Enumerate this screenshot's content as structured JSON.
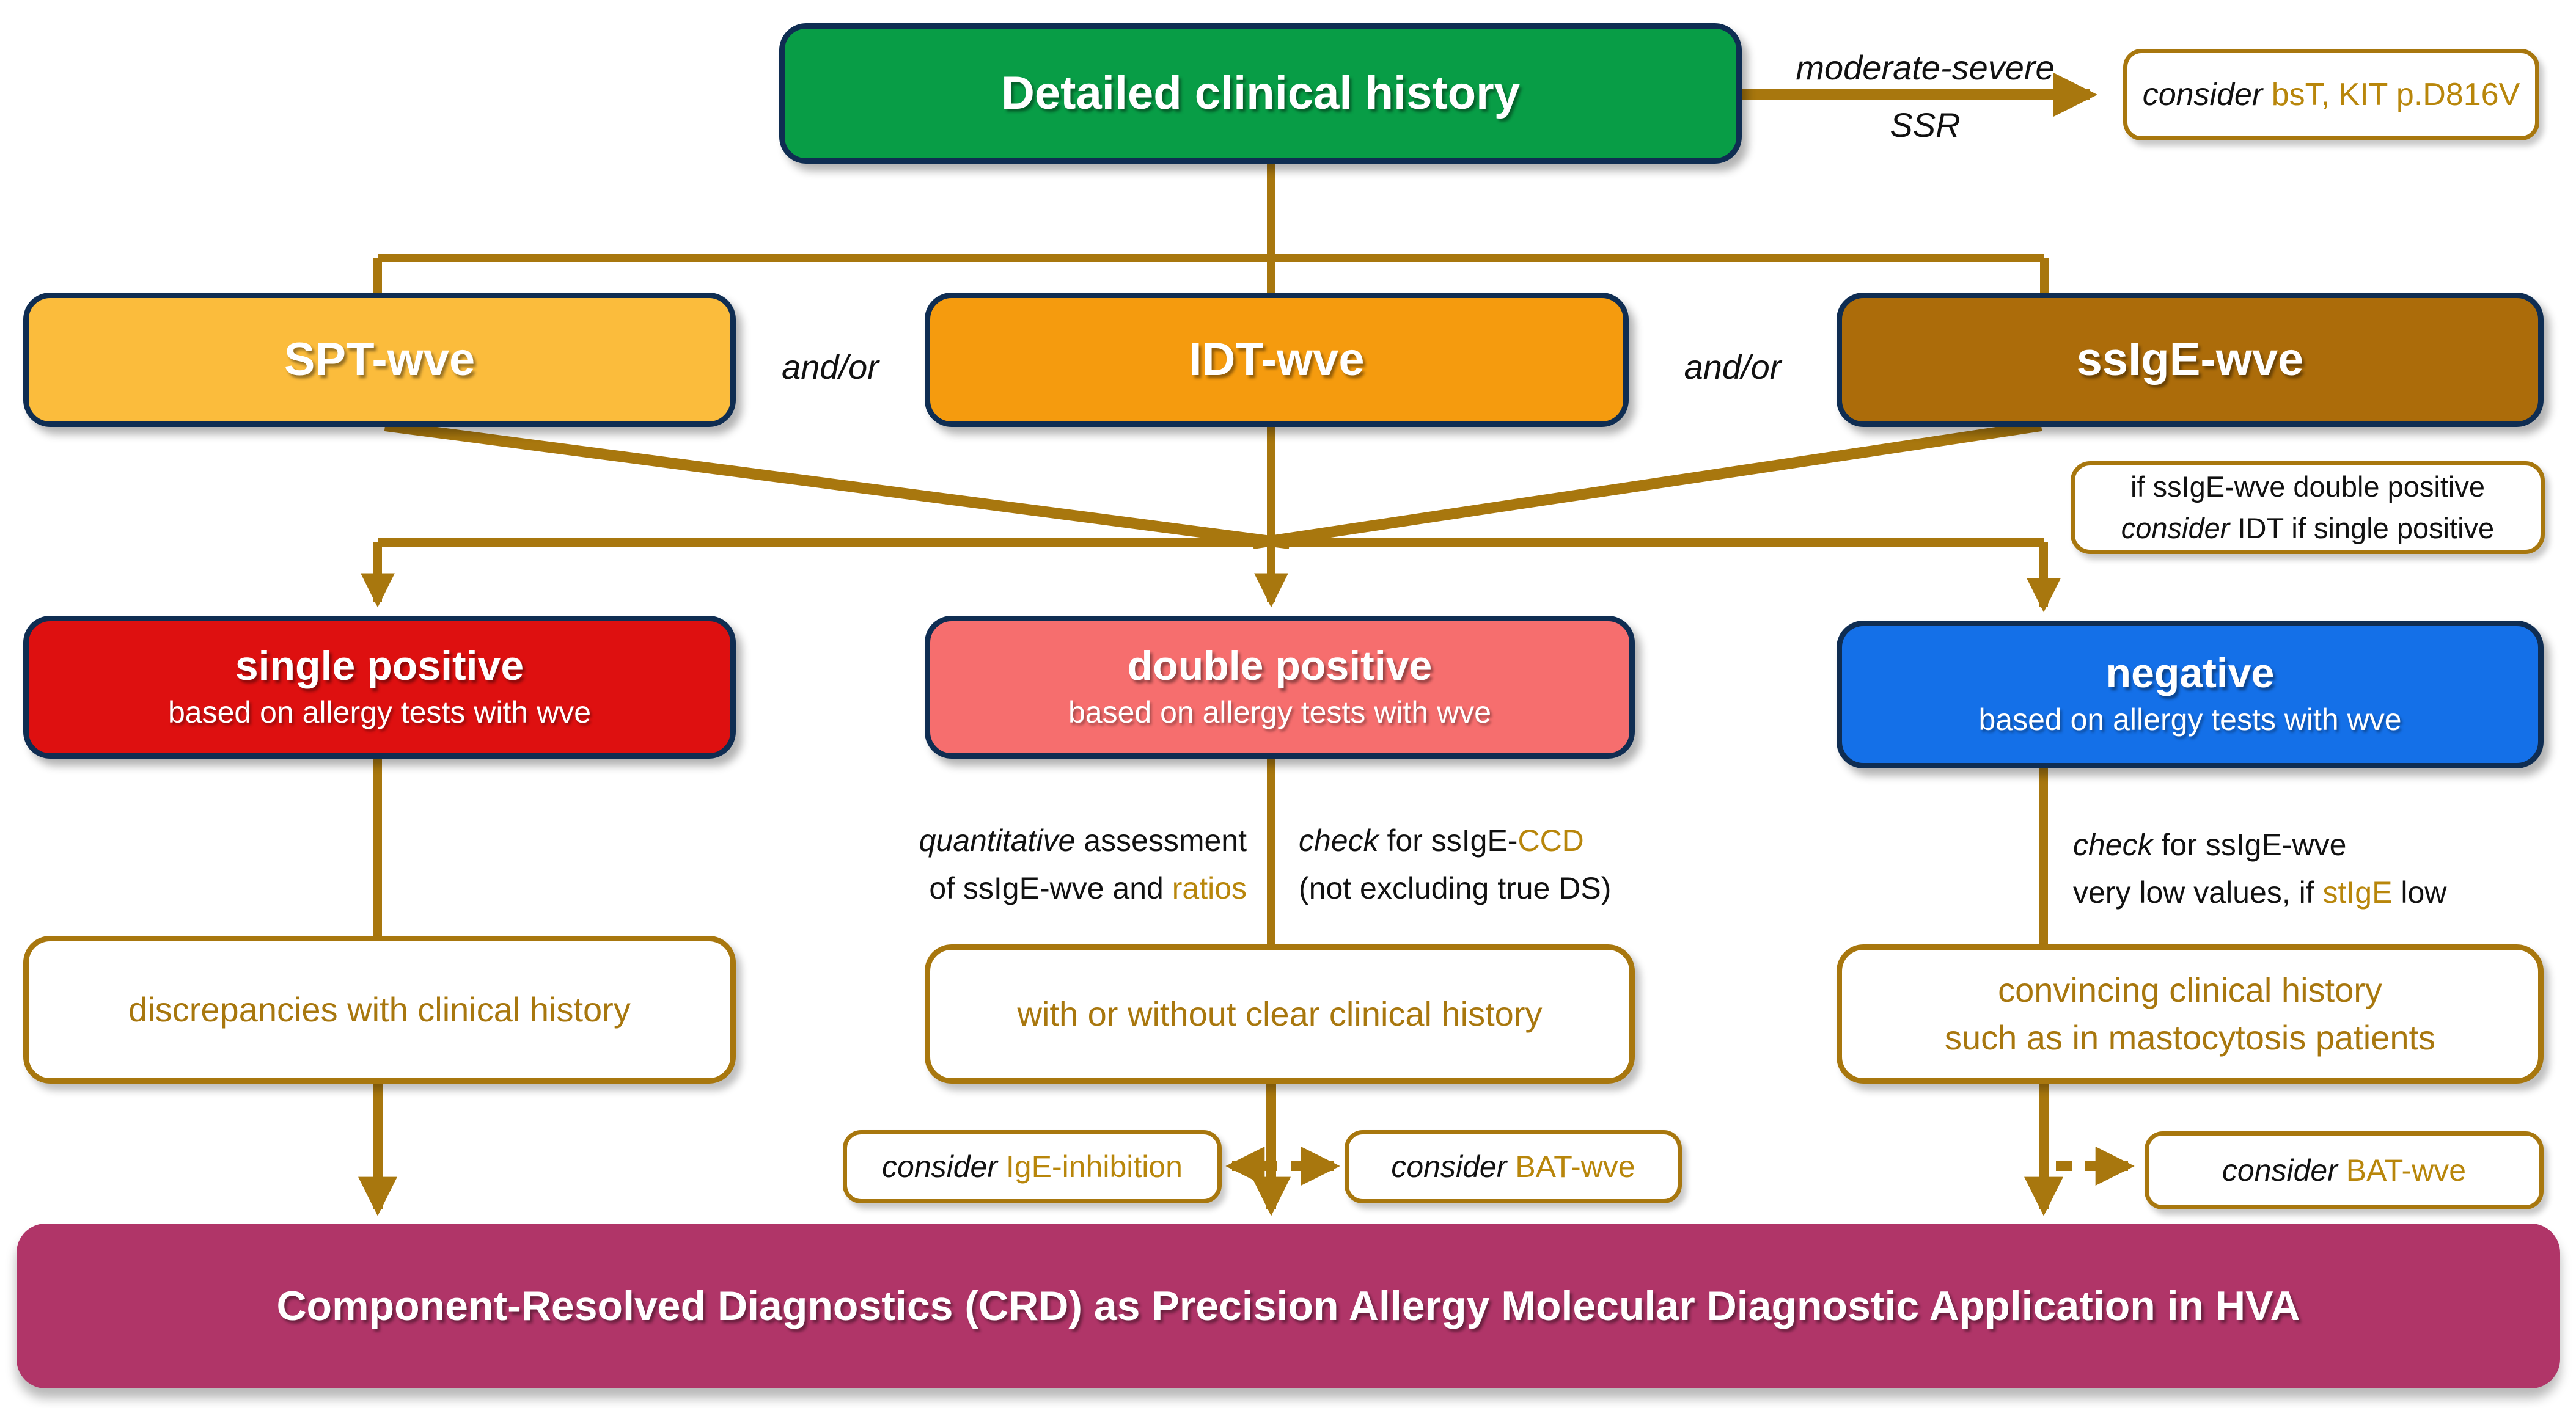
{
  "palette": {
    "green": "#089D46",
    "yellow": "#FBBC3C",
    "orange": "#F59B0E",
    "brown": "#AC6C0A",
    "red": "#DE1010",
    "salmon": "#F66E6E",
    "blue": "#1470E8",
    "navy_border": "#0F2D52",
    "gold_line": "#A8770E",
    "gold_text": "#B8860B",
    "magenta": "#B03568"
  },
  "top": {
    "history_box": {
      "label": "Detailed clinical history"
    },
    "ssr_arrow": {
      "line1": "moderate-severe",
      "line2": "SSR"
    },
    "consider_bst_box": {
      "segments": [
        {
          "text": "consider ",
          "style": "italic"
        },
        {
          "text": "bsT, KIT p.D816V",
          "style": "gold"
        }
      ]
    }
  },
  "tests": {
    "spt": {
      "label": "SPT-wve"
    },
    "idt": {
      "label": "IDT-wve"
    },
    "ssige": {
      "label": "ssIgE-wve"
    },
    "andor1": "and/or",
    "andor2": "and/or",
    "note": {
      "line1": [
        {
          "text": "if ssIgE-wve double positive"
        }
      ],
      "line2": [
        {
          "text": "consider",
          "style": "italic"
        },
        {
          "text": " IDT if single positive"
        }
      ]
    }
  },
  "results": {
    "single": {
      "title": "single positive",
      "subtitle": "based on allergy tests with wve"
    },
    "double": {
      "title": "double positive",
      "subtitle": "based on allergy tests with wve"
    },
    "negative": {
      "title": "negative",
      "subtitle": "based on allergy tests with wve"
    }
  },
  "annotations": {
    "quant": {
      "line1": [
        {
          "text": "quantitative",
          "style": "italic"
        },
        {
          "text": " assessment"
        }
      ],
      "line2": [
        {
          "text": "of ssIgE-wve and "
        },
        {
          "text": "ratios",
          "style": "gold"
        }
      ]
    },
    "ccd": {
      "line1": [
        {
          "text": "check",
          "style": "italic"
        },
        {
          "text": " for ssIgE-"
        },
        {
          "text": "CCD",
          "style": "gold"
        }
      ],
      "line2": [
        {
          "text": "(not excluding true DS)"
        }
      ]
    },
    "neg": {
      "line1": [
        {
          "text": "check",
          "style": "italic"
        },
        {
          "text": " for ssIgE-wve"
        }
      ],
      "line2": [
        {
          "text": "very low values, if "
        },
        {
          "text": "stIgE",
          "style": "gold"
        },
        {
          "text": " low"
        }
      ]
    }
  },
  "outcomes": {
    "discrepancies": {
      "label": "discrepancies with clinical history"
    },
    "with_without": {
      "label": "with or without clear clinical history"
    },
    "convincing": {
      "line1": "convincing clinical history",
      "line2": "such as in mastocytosis patients"
    }
  },
  "considerations": {
    "ige_inhibition": [
      {
        "text": "consider ",
        "style": "italic"
      },
      {
        "text": "IgE-inhibition",
        "style": "gold"
      }
    ],
    "bat_mid": [
      {
        "text": "consider ",
        "style": "italic"
      },
      {
        "text": "BAT-wve",
        "style": "gold"
      }
    ],
    "bat_right": [
      {
        "text": "consider ",
        "style": "italic"
      },
      {
        "text": "BAT-wve",
        "style": "gold"
      }
    ]
  },
  "footer": {
    "label": "Component-Resolved Diagnostics (CRD) as Precision Allergy Molecular Diagnostic Application in HVA"
  }
}
